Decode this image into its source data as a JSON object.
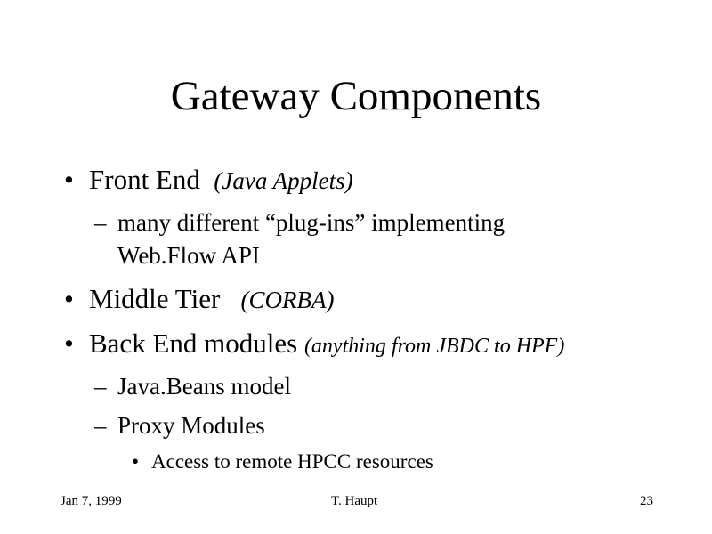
{
  "slide": {
    "title": "Gateway Components",
    "bullets": {
      "front_end": {
        "marker": "•",
        "text": "Front End",
        "note": "(Java Applets)"
      },
      "plugins": {
        "marker": "–",
        "line1": "many different “plug-ins” implementing",
        "line2": "Web.Flow API"
      },
      "middle_tier": {
        "marker": "•",
        "text": "Middle Tier",
        "note": "(CORBA)"
      },
      "back_end": {
        "marker": "•",
        "text": "Back End modules",
        "note": "(anything from JBDC to HPF)"
      },
      "javabeans": {
        "marker": "–",
        "text": "Java.Beans model"
      },
      "proxy": {
        "marker": "–",
        "text": "Proxy Modules"
      },
      "hpcc": {
        "marker": "•",
        "text": "Access to remote HPCC resources"
      }
    }
  },
  "footer": {
    "date": "Jan 7, 1999",
    "author": "T. Haupt",
    "page": "23"
  }
}
